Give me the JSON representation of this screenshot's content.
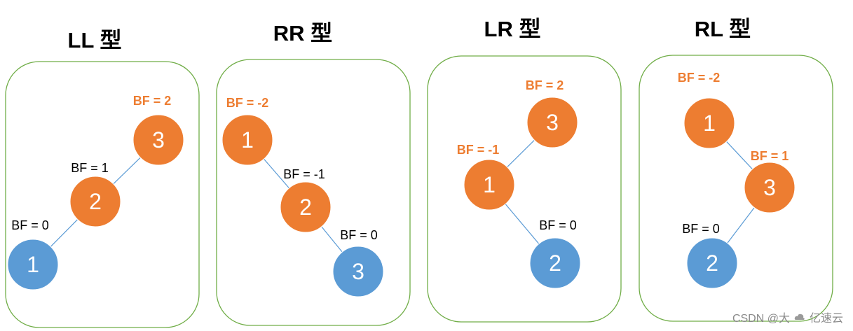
{
  "colors": {
    "orange": "#ED7D31",
    "blue": "#5B9BD5",
    "panel_border": "#70AD47",
    "edge": "#5B9BD5",
    "bf_highlight": "#ED7D31"
  },
  "panels": [
    {
      "title": "LL 型",
      "nodes": [
        {
          "label": "3",
          "color": "orange",
          "bf": "BF = 2",
          "bf_highlight": true
        },
        {
          "label": "2",
          "color": "orange",
          "bf": "BF = 1",
          "bf_highlight": false
        },
        {
          "label": "1",
          "color": "blue",
          "bf": "BF = 0",
          "bf_highlight": false
        }
      ],
      "edges": [
        [
          0,
          1
        ],
        [
          1,
          2
        ]
      ]
    },
    {
      "title": "RR 型",
      "nodes": [
        {
          "label": "1",
          "color": "orange",
          "bf": "BF = -2",
          "bf_highlight": true
        },
        {
          "label": "2",
          "color": "orange",
          "bf": "BF = -1",
          "bf_highlight": false
        },
        {
          "label": "3",
          "color": "blue",
          "bf": "BF = 0",
          "bf_highlight": false
        }
      ],
      "edges": [
        [
          0,
          1
        ],
        [
          1,
          2
        ]
      ]
    },
    {
      "title": "LR 型",
      "nodes": [
        {
          "label": "3",
          "color": "orange",
          "bf": "BF = 2",
          "bf_highlight": true
        },
        {
          "label": "1",
          "color": "orange",
          "bf": "BF = -1",
          "bf_highlight": true
        },
        {
          "label": "2",
          "color": "blue",
          "bf": "BF = 0",
          "bf_highlight": false
        }
      ],
      "edges": [
        [
          0,
          1
        ],
        [
          1,
          2
        ]
      ]
    },
    {
      "title": "RL 型",
      "nodes": [
        {
          "label": "1",
          "color": "orange",
          "bf": "BF = -2",
          "bf_highlight": true
        },
        {
          "label": "3",
          "color": "orange",
          "bf": "BF = 1",
          "bf_highlight": true
        },
        {
          "label": "2",
          "color": "blue",
          "bf": "BF = 0",
          "bf_highlight": false
        }
      ],
      "edges": [
        [
          0,
          1
        ],
        [
          1,
          2
        ]
      ]
    }
  ],
  "watermark": {
    "left_text": "CSDN @大",
    "brand_icon": "cloud-logo-icon",
    "brand_text": "亿速云"
  }
}
